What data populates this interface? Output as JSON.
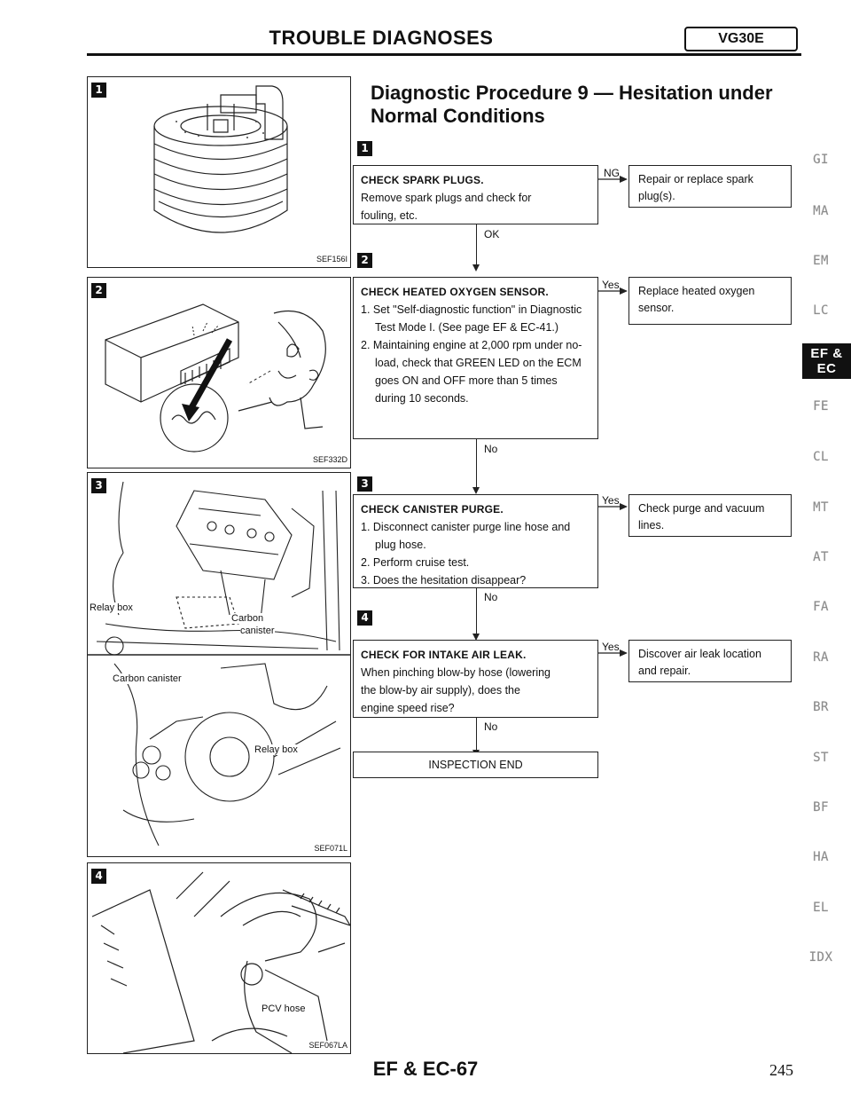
{
  "header": {
    "title": "TROUBLE DIAGNOSES",
    "badge": "VG30E"
  },
  "procedure_title": "Diagnostic Procedure 9 — Hesitation under Normal Conditions",
  "figures": [
    {
      "step": "1",
      "code": "SEF156I",
      "subject": "spark-plug"
    },
    {
      "step": "2",
      "code": "SEF332D",
      "subject": "ecm-green-led"
    },
    {
      "step": "3",
      "code": "SEF071L",
      "subject": "canister-purge",
      "labels": [
        "Relay box",
        "Carbon",
        "canister",
        "Carbon canister",
        "Relay box"
      ]
    },
    {
      "step": "4",
      "code": "SEF067LA",
      "subject": "pcv-hose",
      "labels": [
        "PCV hose"
      ]
    }
  ],
  "flow": [
    {
      "step": "1",
      "title": "CHECK SPARK PLUGS.",
      "lines": [
        "Remove spark plugs and check for",
        "fouling, etc."
      ],
      "branch": "NG",
      "result": [
        "Repair or replace spark",
        "plug(s)."
      ],
      "next": "OK"
    },
    {
      "step": "2",
      "title": "CHECK HEATED OXYGEN SENSOR.",
      "items": [
        "1. Set \"Self-diagnostic function\" in Diagnostic Test Mode I. (See page EF & EC-41.)",
        "2. Maintaining engine at 2,000 rpm under no-load, check that GREEN LED on the ECM goes ON and OFF more than 5 times during 10 seconds."
      ],
      "branch": "Yes",
      "result": [
        "Replace heated oxygen",
        "sensor."
      ],
      "next": "No"
    },
    {
      "step": "3",
      "title": "CHECK CANISTER PURGE.",
      "items": [
        "1. Disconnect canister purge line hose and plug hose.",
        "2. Perform cruise test.",
        "3. Does the hesitation disappear?"
      ],
      "branch": "Yes",
      "result": [
        "Check purge and vacuum",
        "lines."
      ],
      "next": "No"
    },
    {
      "step": "4",
      "title": "CHECK FOR INTAKE AIR LEAK.",
      "lines": [
        "When pinching blow-by hose (lowering",
        "the blow-by air supply), does the",
        "engine speed rise?"
      ],
      "branch": "Yes",
      "result": [
        "Discover air leak location",
        "and repair."
      ],
      "next": "No"
    }
  ],
  "end_label": "INSPECTION END",
  "side_tabs": [
    "GI",
    "MA",
    "EM",
    "LC",
    "EF &\nEC",
    "FE",
    "CL",
    "MT",
    "AT",
    "FA",
    "RA",
    "BR",
    "ST",
    "BF",
    "HA",
    "EL",
    "IDX"
  ],
  "active_tab": "EF &\nEC",
  "footer": {
    "code": "EF & EC-67",
    "page_number": "245"
  },
  "colors": {
    "ink": "#111111",
    "active_tab_bg": "#111111",
    "inactive_tab": "#888888"
  }
}
